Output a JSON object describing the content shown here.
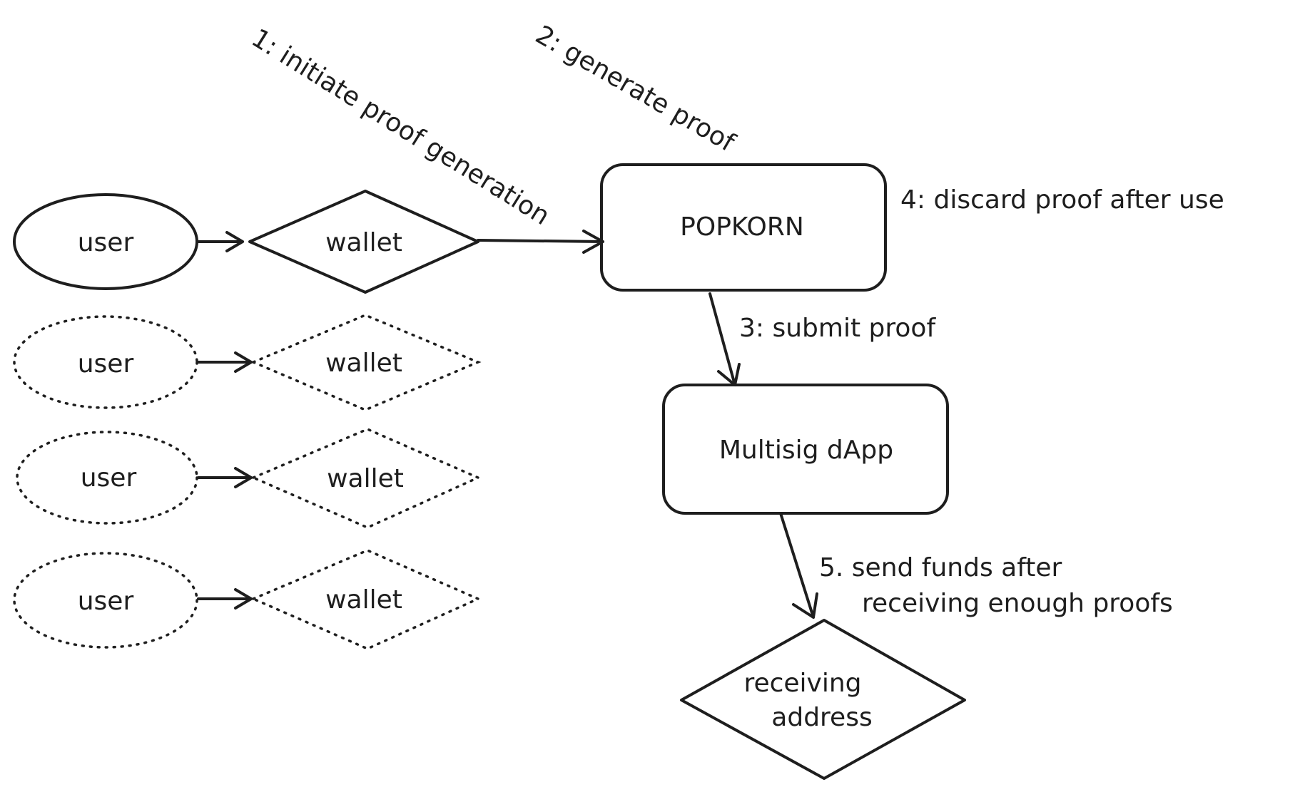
{
  "nodes": {
    "user_main": "user",
    "wallet_main": "wallet",
    "popkorn": "POPKORN",
    "multisig": "Multisig dApp",
    "receiving": [
      "receiving",
      "address"
    ],
    "user_ghosts": [
      "user",
      "user",
      "user"
    ],
    "wallet_ghosts": [
      "wallet",
      "wallet",
      "wallet"
    ]
  },
  "steps": {
    "initiate": "1: initiate proof generation",
    "generate": "2: generate proof",
    "submit": "3: submit proof",
    "discard": "4: discard proof after use",
    "send": [
      "5. send funds after",
      "receiving enough proofs"
    ]
  },
  "colors": {
    "stroke": "#1e1e1e",
    "background": "#ffffff"
  }
}
